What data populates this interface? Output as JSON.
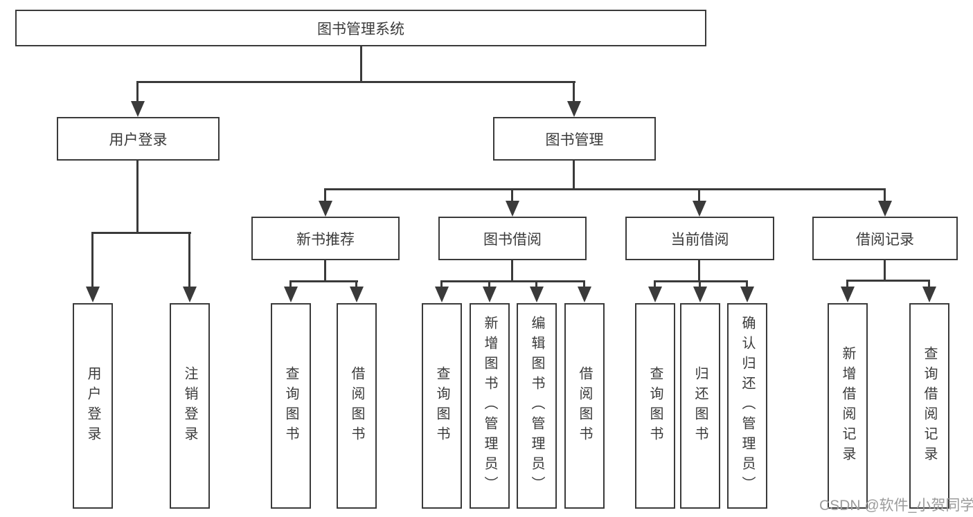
{
  "diagram_type": "hierarchy-tree",
  "tree": {
    "label": "图书管理系统",
    "children": [
      {
        "label": "用户登录",
        "children": [
          {
            "label": "用户登录"
          },
          {
            "label": "注销登录"
          }
        ]
      },
      {
        "label": "图书管理",
        "children": [
          {
            "label": "新书推荐",
            "children": [
              {
                "label": "查询图书"
              },
              {
                "label": "借阅图书"
              }
            ]
          },
          {
            "label": "图书借阅",
            "children": [
              {
                "label": "查询图书"
              },
              {
                "label": "新增图书（管理员）"
              },
              {
                "label": "编辑图书（管理员）"
              },
              {
                "label": "借阅图书"
              }
            ]
          },
          {
            "label": "当前借阅",
            "children": [
              {
                "label": "查询图书"
              },
              {
                "label": "归还图书"
              },
              {
                "label": "确认归还（管理员）"
              }
            ]
          },
          {
            "label": "借阅记录",
            "children": [
              {
                "label": "新增借阅记录"
              },
              {
                "label": "查询借阅记录"
              }
            ]
          }
        ]
      }
    ]
  },
  "watermark": {
    "text": "CSDN @软件_小贺同学"
  },
  "colors": {
    "line": "#3a3a3a",
    "box_border": "#3a3a3a",
    "box_fill": "#ffffff",
    "text": "#3a3a3a",
    "watermark": "#9b9b9b",
    "background": "#ffffff"
  }
}
